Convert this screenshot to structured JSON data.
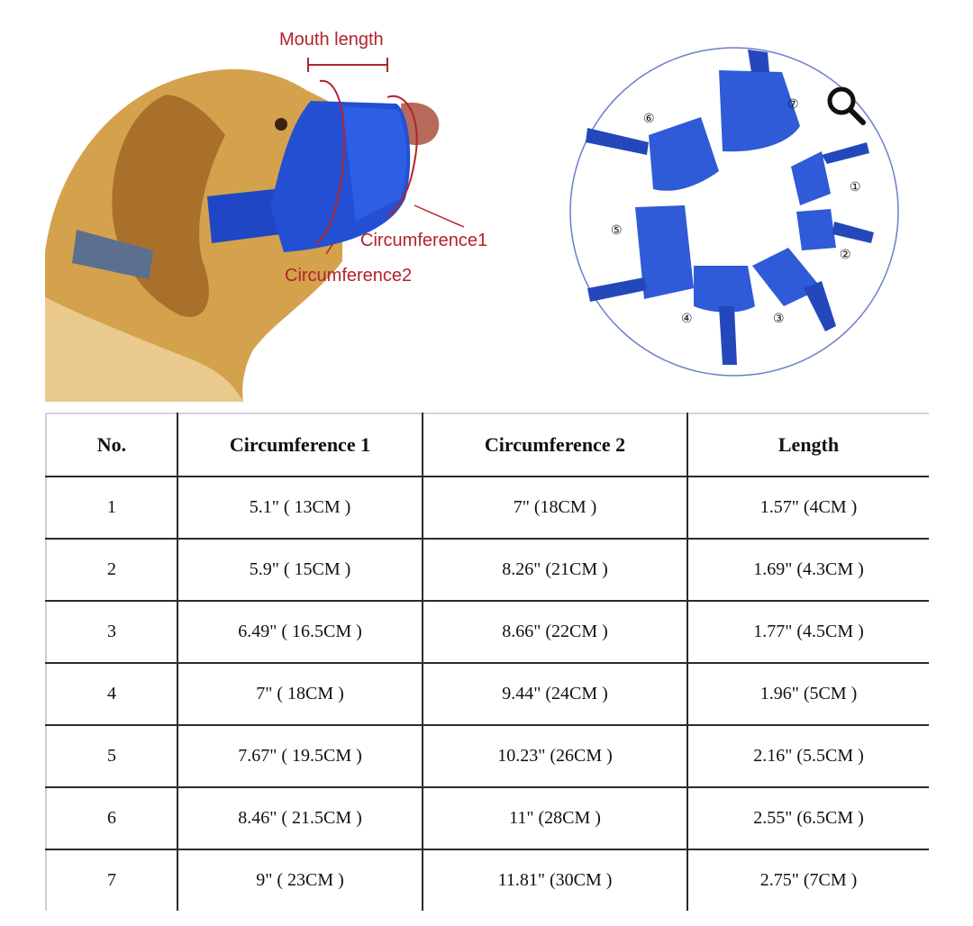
{
  "diagram": {
    "mouth_length_label": "Mouth length",
    "circumference1_label": "Circumference1",
    "circumference2_label": "Circumference2",
    "segment_numbers": [
      "①",
      "②",
      "③",
      "④",
      "⑤",
      "⑥",
      "⑦"
    ],
    "muzzle_color": "#2350d2",
    "label_color": "#b3232b"
  },
  "zoom": {
    "icon": "magnifier-icon"
  },
  "table": {
    "headers": [
      "No.",
      "Circumference 1",
      "Circumference 2",
      "Length"
    ],
    "rows": [
      [
        "1",
        "5.1\" ( 13CM )",
        "7\" (18CM )",
        "1.57\" (4CM )"
      ],
      [
        "2",
        "5.9\" ( 15CM )",
        "8.26\" (21CM )",
        "1.69\" (4.3CM )"
      ],
      [
        "3",
        "6.49\" ( 16.5CM )",
        "8.66\" (22CM )",
        "1.77\" (4.5CM )"
      ],
      [
        "4",
        "7\" ( 18CM )",
        "9.44\" (24CM )",
        "1.96\" (5CM )"
      ],
      [
        "5",
        "7.67\" ( 19.5CM )",
        "10.23\" (26CM )",
        "2.16\" (5.5CM )"
      ],
      [
        "6",
        "8.46\" ( 21.5CM )",
        "11\" (28CM )",
        "2.55\" (6.5CM )"
      ],
      [
        "7",
        "9\" ( 23CM )",
        "11.81\" (30CM )",
        "2.75\" (7CM )"
      ]
    ]
  }
}
